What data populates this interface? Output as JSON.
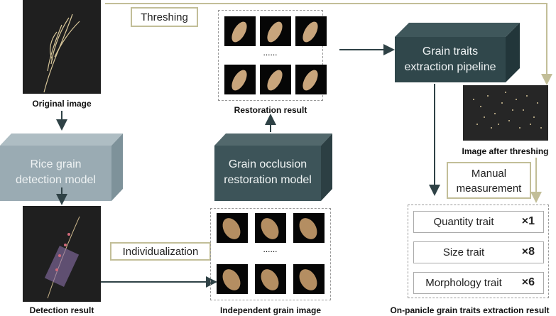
{
  "labels": {
    "original_image": "Original image",
    "detection_result": "Detection result",
    "independent_grain_image": "Independent grain image",
    "restoration_result": "Restoration result",
    "image_after_threshing": "Image after threshing",
    "extraction_result": "On-panicle grain traits extraction result"
  },
  "models": {
    "detection": [
      "Rice grain",
      "detection model"
    ],
    "restoration": [
      "Grain occlusion",
      "restoration model"
    ],
    "pipeline": [
      "Grain traits",
      "extraction pipeline"
    ]
  },
  "steps": {
    "threshing": "Threshing",
    "individualization": "Individualization",
    "manual": [
      "Manual",
      "measurement"
    ]
  },
  "ellipsis": "......",
  "traits": [
    {
      "name": "Quantity trait",
      "count": "×1"
    },
    {
      "name": "Size trait",
      "count": "×8"
    },
    {
      "name": "Morphology trait",
      "count": "×6"
    }
  ],
  "colors": {
    "khaki": "#c2be98",
    "light_block": "#9aabb3",
    "dark_block": "#3d5459",
    "arrow": "#2f4246"
  }
}
